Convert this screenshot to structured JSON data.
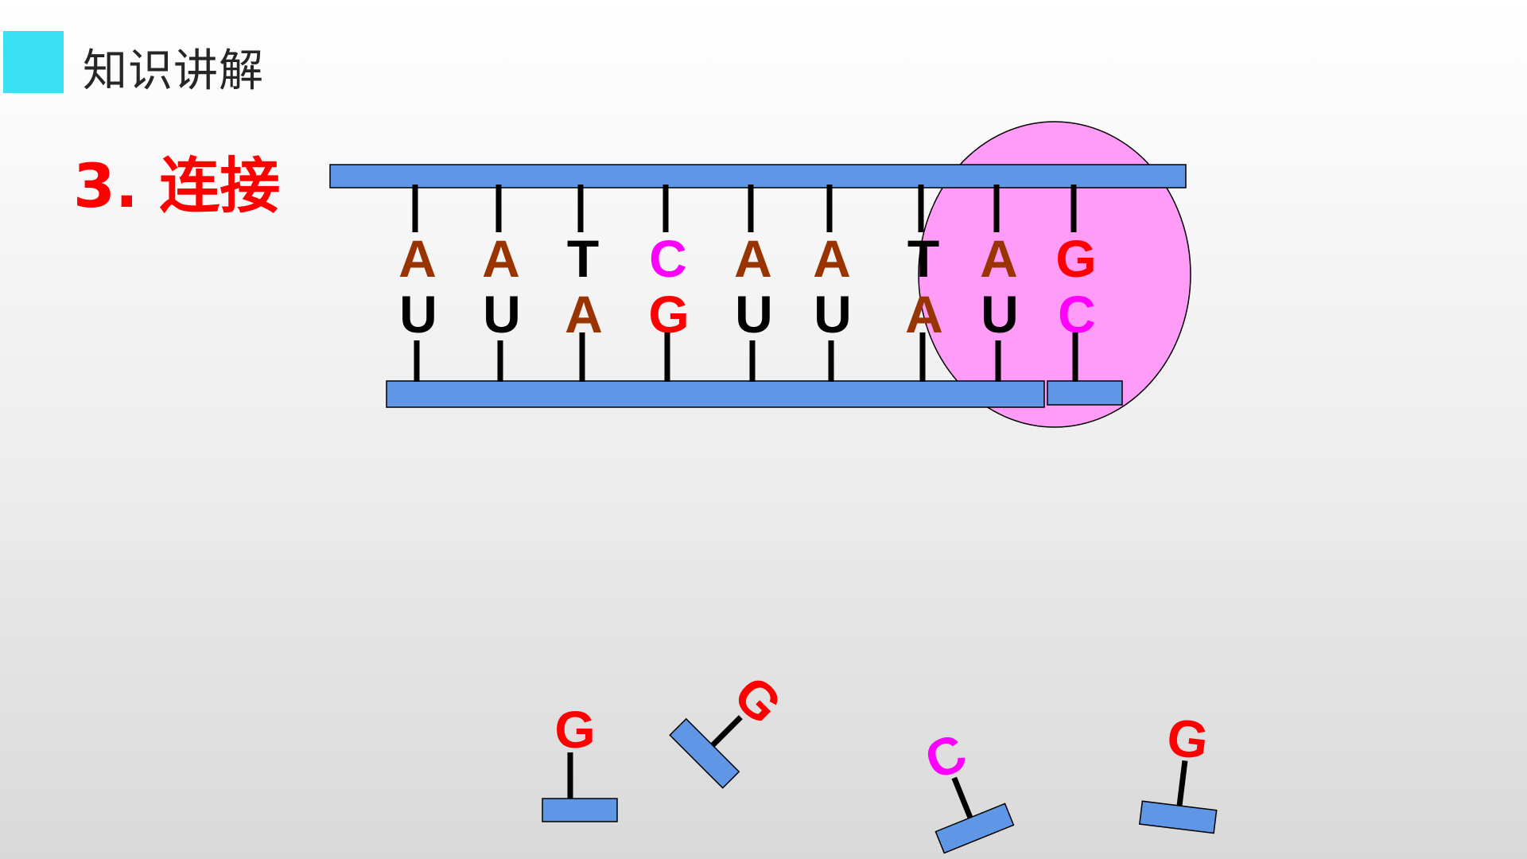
{
  "header": {
    "title": "知识讲解"
  },
  "section": {
    "title": "3. 连接"
  },
  "diagram": {
    "colors": {
      "strand": "#5f97e6",
      "enzyme": "#ff9cf7",
      "A": "#993300",
      "T": "#000000",
      "U": "#000000",
      "G": "#ff0000",
      "C": "#ff00ff"
    },
    "top_strand": [
      "A",
      "A",
      "T",
      "C",
      "A",
      "A",
      "T",
      "A",
      "G"
    ],
    "bottom_strand": [
      "U",
      "U",
      "A",
      "G",
      "U",
      "U",
      "A",
      "U",
      "C"
    ],
    "free_nucleotides": [
      "G",
      "G",
      "C",
      "G"
    ]
  }
}
